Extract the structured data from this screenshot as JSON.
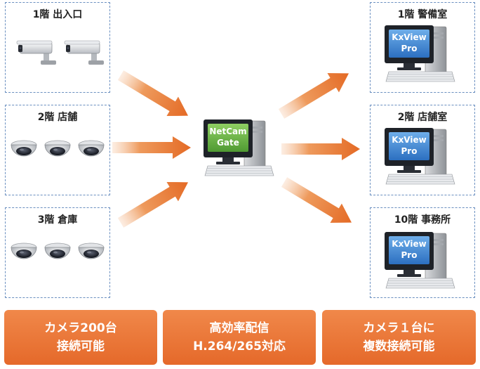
{
  "cameras": [
    {
      "label": "1階 出入口",
      "type": "bullet-camera",
      "count": 2
    },
    {
      "label": "2階 店舗",
      "type": "dome-camera",
      "count": 3
    },
    {
      "label": "3階 倉庫",
      "type": "dome-camera",
      "count": 3
    }
  ],
  "gateway": {
    "line1": "NetCam",
    "line2": "Gate"
  },
  "viewers": [
    {
      "label": "1階 警備室",
      "line1": "KxView",
      "line2": "Pro"
    },
    {
      "label": "2階 店舗室",
      "line1": "KxView",
      "line2": "Pro"
    },
    {
      "label": "10階 事務所",
      "line1": "KxView",
      "line2": "Pro"
    }
  ],
  "features": [
    {
      "line1": "カメラ200台",
      "line2": "接続可能"
    },
    {
      "line1": "高効率配信",
      "line2": "H.264/265対応"
    },
    {
      "line1": "カメラ１台に",
      "line2": "複数接続可能"
    }
  ],
  "colors": {
    "arrow": "#e9772f",
    "box_border": "#6a8fc0",
    "pill": "#e96c2b",
    "gate_screen": "#6bb046",
    "viewer_screen": "#3f86d3"
  }
}
